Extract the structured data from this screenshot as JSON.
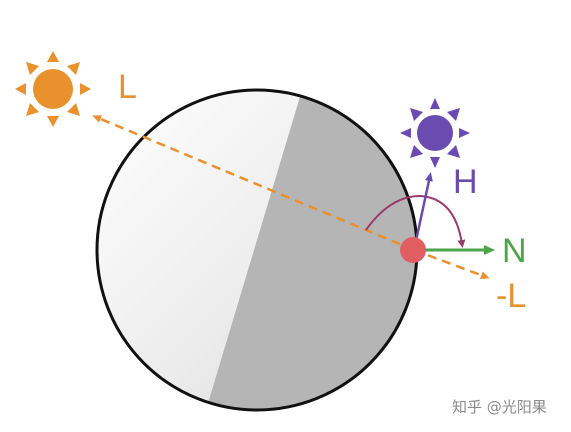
{
  "labels": {
    "light": "L",
    "neg_light": "-L",
    "half_vector": "H",
    "normal": "N"
  },
  "watermark": "知乎 @光阳果",
  "colors": {
    "light": "#e8912d",
    "half_vector": "#6a4bb0",
    "normal": "#4fa34a",
    "surface_point": "#e15f63",
    "angle_arc": "#9c3a6c",
    "sphere_lit": "#f1f1f1",
    "sphere_shadow": "#b5b5b5",
    "outline": "#111111"
  },
  "icons": [
    "sun-icon",
    "sun-icon"
  ]
}
